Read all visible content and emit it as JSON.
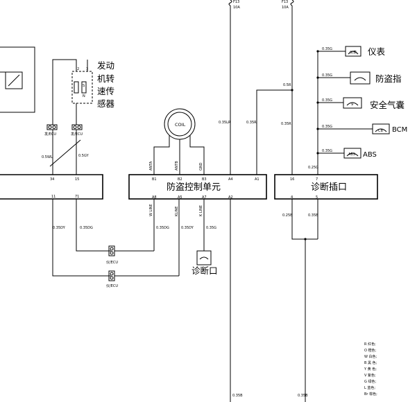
{
  "fuses": {
    "left": {
      "name": "F13",
      "rating": "10A"
    },
    "right": {
      "name": "F13",
      "rating": "10A"
    }
  },
  "modules": {
    "engine_ecu_cut": {
      "pins_top": [
        "34",
        "15"
      ],
      "pins_bottom": [
        "11",
        "71"
      ]
    },
    "immobilizer": {
      "label": "防盗控制单元",
      "pins_top": [
        "B1",
        "B2",
        "B3",
        "A4",
        "A1"
      ],
      "pins_bottom": [
        "A8",
        "A5",
        "A7",
        "A2"
      ],
      "signals_top": [
        "ANTA",
        "ANTB",
        "GND"
      ],
      "signals_bottom": [
        "W LINE",
        "KLINE",
        "K LINE"
      ]
    },
    "diag_connector": {
      "label": "诊断插口",
      "pins_top": [
        "16",
        "7"
      ],
      "pins_bottom": [
        "4",
        "5"
      ]
    }
  },
  "coil": {
    "label": "COIL"
  },
  "sensor": {
    "label_lines": [
      "发动",
      "机转",
      "速传",
      "感器"
    ],
    "pins": [
      "2",
      "3"
    ],
    "glyphs": [
      "S",
      "N"
    ]
  },
  "connectors": {
    "c1": "发/ECU",
    "c2": "发/ECU",
    "c3": "仪/ECU",
    "c4": "仪/ECU"
  },
  "diag_port": {
    "label": "诊断口"
  },
  "right_devices": [
    {
      "wire": "0.35G",
      "label": "仪表",
      "icon": "仪表"
    },
    {
      "wire": "0.35G",
      "label": "防盗指",
      "icon": ""
    },
    {
      "wire": "0.35G",
      "label": "安全气囊",
      "icon": "9"
    },
    {
      "wire": "0.35G",
      "label": "BCM",
      "icon": "CB"
    },
    {
      "wire": "0.35G",
      "label": "ABS",
      "icon": "ABS"
    }
  ],
  "wires": {
    "w_05wl": "0.5WL",
    "w_05gy": "0.5GY",
    "w_035lr": "0.35LR",
    "w_035r_a": "0.35R",
    "w_035r_b": "0.35R",
    "w_05r": "0.5R",
    "w_035y_left": "0.35DY",
    "w_035dg_left": "0.35DG",
    "w_035dg_mid": "0.35DG",
    "w_035dy_mid": "0.35DY",
    "w_035g_mid": "0.35G",
    "w_025b_a": "0.25B",
    "w_035b_b": "0.35B",
    "w_025g": "0.25G",
    "w_bot_left": "0.35B",
    "w_bot_right": "0.35B"
  },
  "color_legend": [
    "R  红色;",
    "O  橙色;",
    "W  白色;",
    "B  黑  色;",
    "Y  黄  色;",
    "V  紫色;",
    "G  绿色;",
    "L  蓝色;",
    "Br  棕色;"
  ]
}
